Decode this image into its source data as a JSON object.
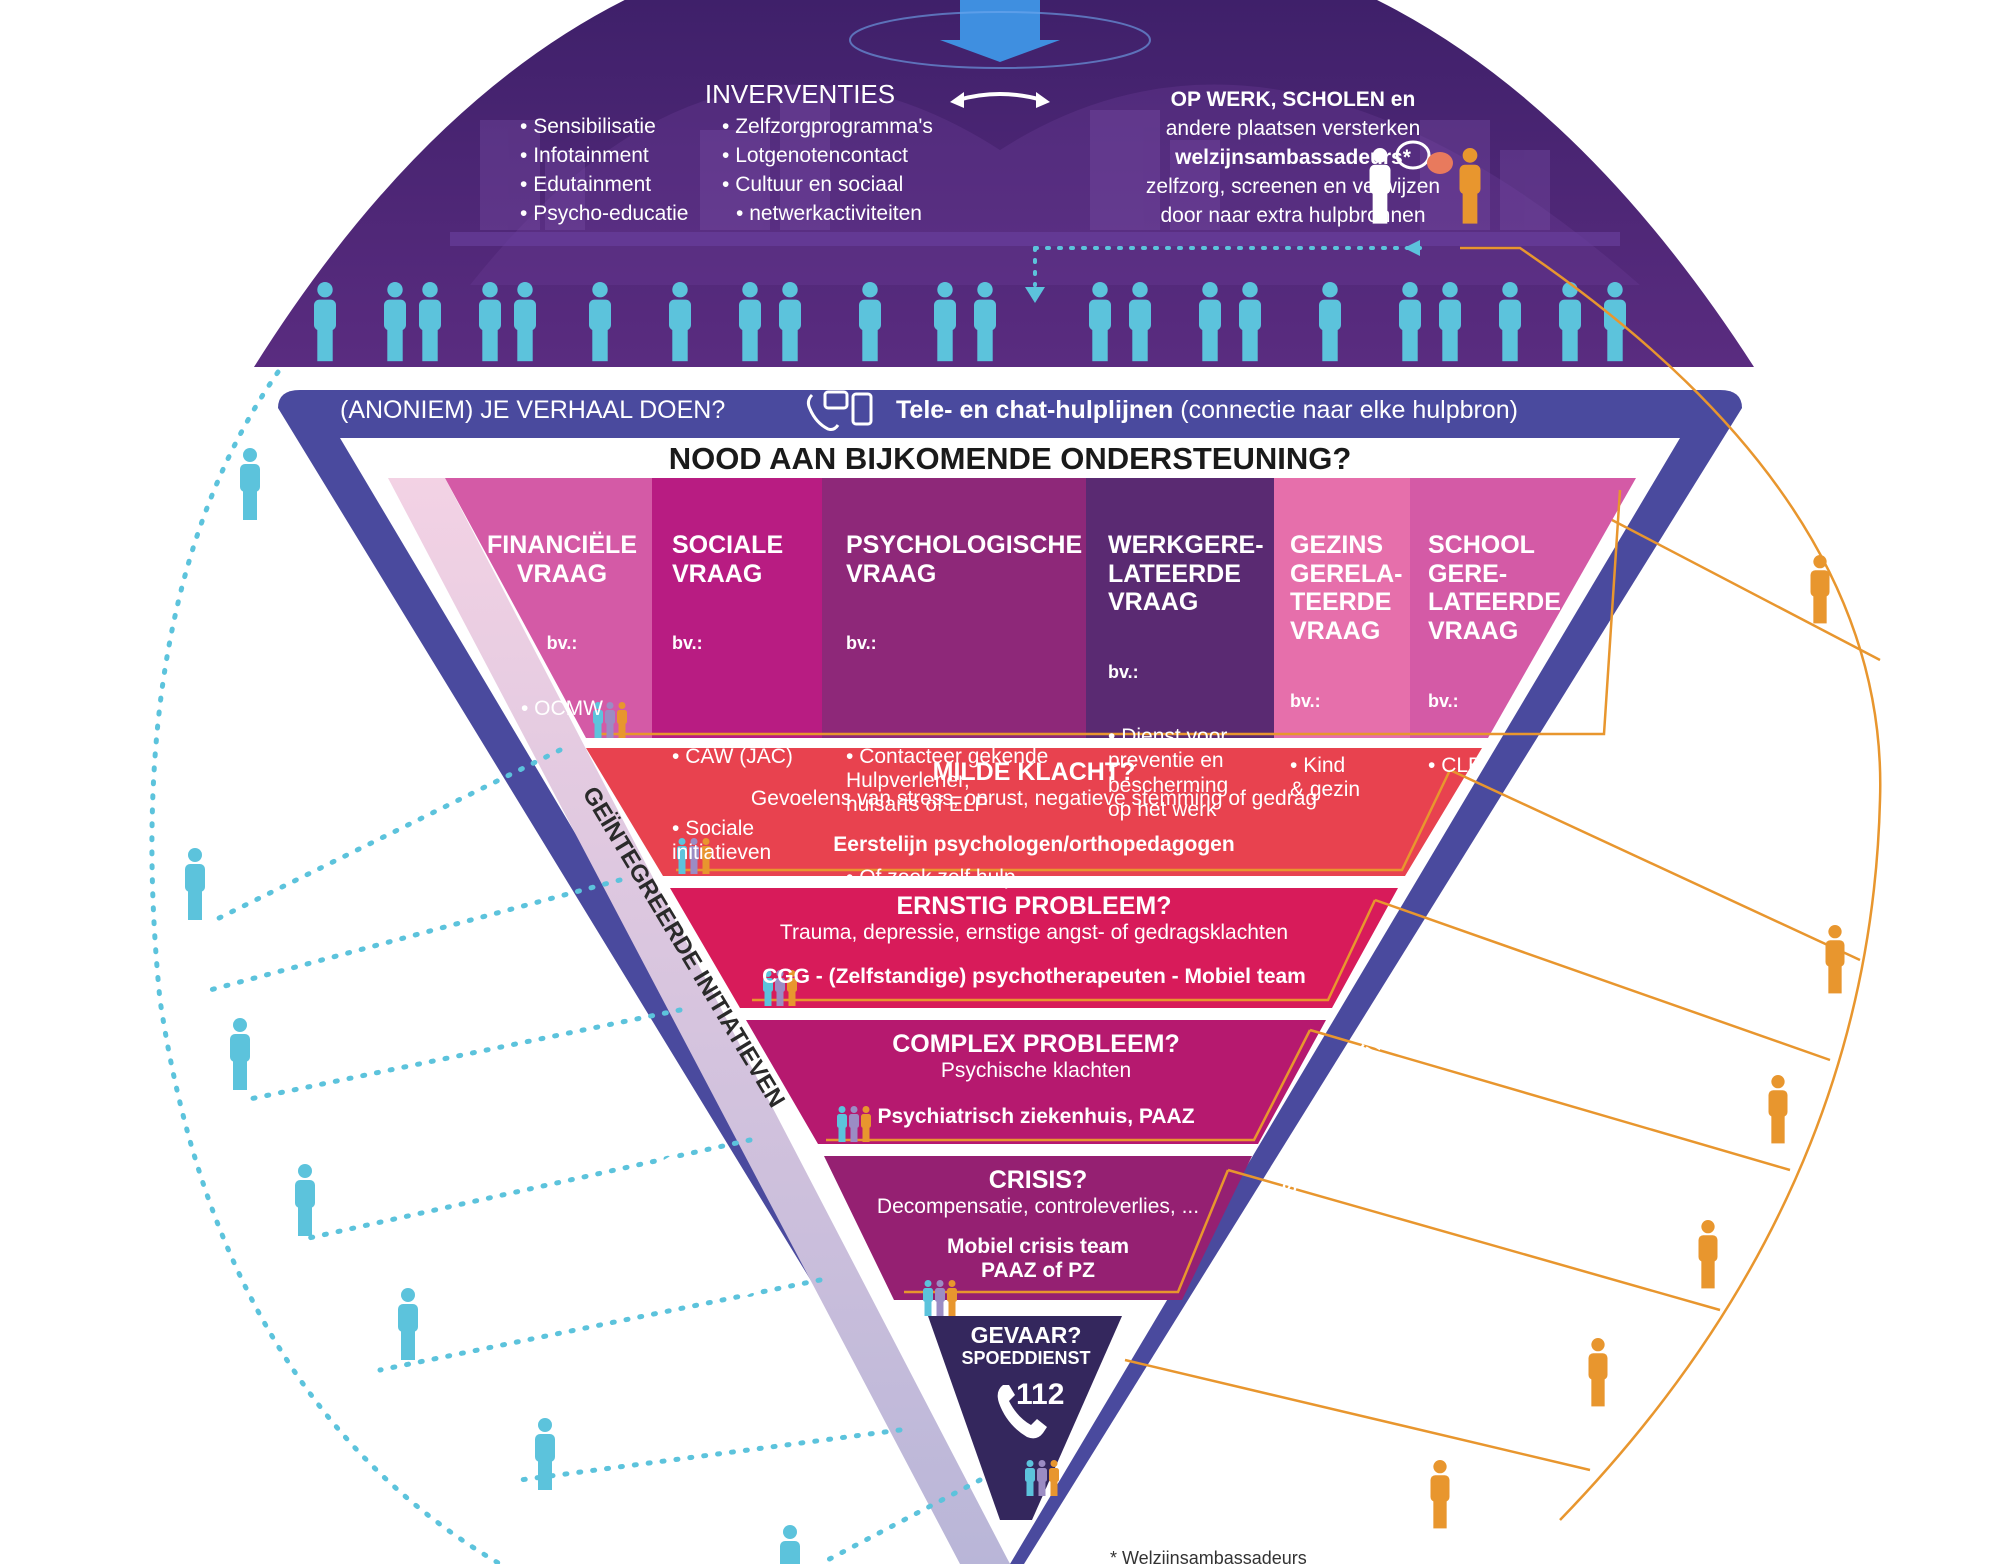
{
  "colors": {
    "dome": "#4f2875",
    "band": "#4a4a9e",
    "figure_blue": "#5cc3dc",
    "figure_orange": "#e8962e",
    "milde": "#e8424f",
    "ernstig": "#d81b5a",
    "complex": "#b6196f",
    "crisis": "#952072",
    "gevaar": "#34275d"
  },
  "dome": {
    "interventies": {
      "title": "INVERVENTIES",
      "col1": [
        "Sensibilisatie",
        "Infotainment",
        "Edutainment",
        "Psycho-educatie"
      ],
      "col2": [
        "Zelfzorgprogramma's",
        "Lotgenotencontact",
        "Cultuur en sociaal",
        "netwerkactiviteiten"
      ]
    },
    "op_werk": {
      "line1": "OP WERK, SCHOLEN en",
      "line2": "andere plaatsen versterken",
      "line3": "welzijnsambassadeurs*",
      "line4": "zelfzorg, screenen en verwijzen",
      "line5": "door naar extra hulpbronnen"
    }
  },
  "band": {
    "left": "(ANONIEM) JE VERHAAL DOEN?",
    "right_bold": "Tele- en chat-hulplijnen",
    "right_rest": "(connectie naar elke hulpbron)",
    "side_left": "Tele- en chat-hulplijnen",
    "side_right": "Tele- en chat-hulplijnen"
  },
  "main_title": "NOOD AAN BIJKOMENDE ONDERSTEUNING?",
  "integrated": "GEÏNTEGREERDE INITIATIEVEN",
  "questions": [
    {
      "title": "FINANCIËLE\nVRAAG",
      "bv": "bv.:",
      "items": [
        "OCMW"
      ]
    },
    {
      "title": "SOCIALE\nVRAAG",
      "bv": "bv.:",
      "items": [
        "CAW (JAC)",
        "Sociale\ninitiatieven"
      ]
    },
    {
      "title": "PSYCHOLOGISCHE\nVRAAG",
      "bv": "bv.:",
      "items": [
        "Contacteer gekende\nHulpverlener,\nhuisarts of ELP",
        "Of zoek zelf hulp"
      ]
    },
    {
      "title": "WERKGERE-\nLATEERDE\nVRAAG",
      "bv": "bv.:",
      "items": [
        "Dienst voor\npreventie en\nbescherming\nop het werk"
      ]
    },
    {
      "title": "GEZINS\nGERELA-\nTEERDE\nVRAAG",
      "bv": "bv.:",
      "items": [
        "Kind\n& gezin"
      ]
    },
    {
      "title": "SCHOOL\nGERE-\nLATEERDE\nVRAAG",
      "bv": "bv.:",
      "items": [
        "CLB"
      ]
    }
  ],
  "tiers": [
    {
      "title": "MILDE KLACHT?",
      "sub": "Gevoelens van stress, onrust, negatieve stemming of gedrag",
      "service": "Eerstelijn psychologen/orthopedagogen"
    },
    {
      "title": "ERNSTIG PROBLEEM?",
      "sub": "Trauma, depressie, ernstige angst- of gedragsklachten",
      "service": "CGG - (Zelfstandige) psychotherapeuten - Mobiel team"
    },
    {
      "title": "COMPLEX PROBLEEM?",
      "sub": "Psychische klachten",
      "service": "Psychiatrisch ziekenhuis, PAAZ"
    },
    {
      "title": "CRISIS?",
      "sub": "Decompensatie, controleverlies, ...",
      "service": "Mobiel crisis team\nPAAZ of PZ"
    }
  ],
  "gevaar": {
    "title": "GEVAAR?",
    "sub": "SPOEDDIENST",
    "number": "112"
  },
  "footnote": "* Welzijnsambassadeurs"
}
